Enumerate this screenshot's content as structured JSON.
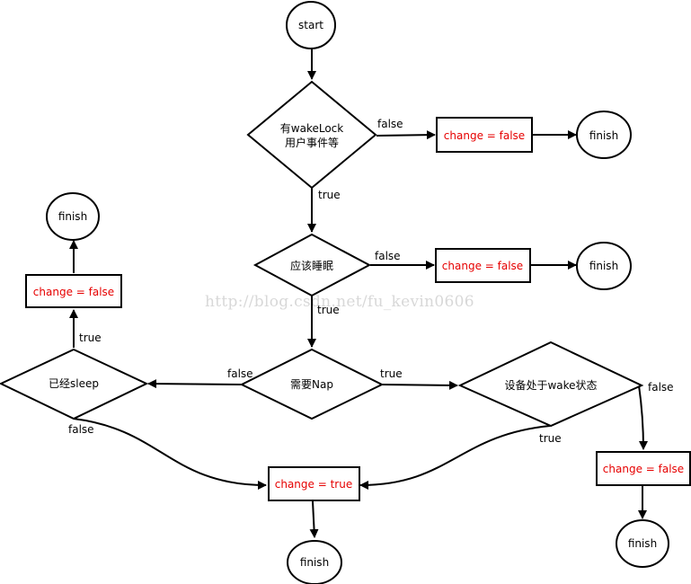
{
  "nodes": {
    "start": "start",
    "wakelock_line1": "有wakeLock",
    "wakelock_line2": "用户事件等",
    "should_sleep": "应该睡眠",
    "need_nap": "需要Nap",
    "already_sleep": "已经sleep",
    "device_wake": "设备处于wake状态",
    "change_false": "change = false",
    "change_true": "change = true",
    "finish": "finish"
  },
  "edge_labels": {
    "true": "true",
    "false": "false"
  },
  "watermark": "http://blog.csdn.net/fu_kevin0606",
  "colors": {
    "stroke": "#000000",
    "highlight_text": "#e60000",
    "watermark": "#d8d8d8"
  }
}
